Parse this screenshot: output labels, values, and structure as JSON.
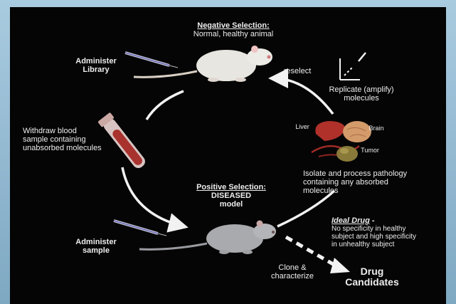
{
  "negative_selection": {
    "title": "Negative Selection:",
    "subtitle": "Normal, healthy animal"
  },
  "administer_library": {
    "line1": "Administer",
    "line2": "Library"
  },
  "reselect": "reselect",
  "replicate": {
    "line1": "Replicate (amplify)",
    "line2": "molecules"
  },
  "withdraw_blood": {
    "line1": "Withdraw blood",
    "line2": "sample containing",
    "line3": "unabsorbed molecules"
  },
  "organs": {
    "liver": "Liver",
    "brain": "Brain",
    "tumor": "Tumor"
  },
  "isolate": {
    "line1": "Isolate and process pathology",
    "line2": "containing any absorbed",
    "line3": "molecules"
  },
  "positive_selection": {
    "title": "Positive Selection:",
    "line2": "DISEASED",
    "line3": "model"
  },
  "ideal_drug": {
    "title": "Ideal Drug",
    "dash": " -",
    "line1": "No specificity in healthy",
    "line2": "subject and high specificity",
    "line3": "in unhealthy subject"
  },
  "administer_sample": {
    "line1": "Administer",
    "line2": "sample"
  },
  "clone": {
    "line1": "Clone &",
    "line2": "characterize"
  },
  "drug_candidates": {
    "line1": "Drug",
    "line2": "Candidates"
  },
  "colors": {
    "background": "#050505",
    "text": "#ededed",
    "arrow": "#f2f2f2",
    "liver": "#b0302a",
    "brain": "#d39a6a",
    "tumor": "#8a7a3a"
  }
}
